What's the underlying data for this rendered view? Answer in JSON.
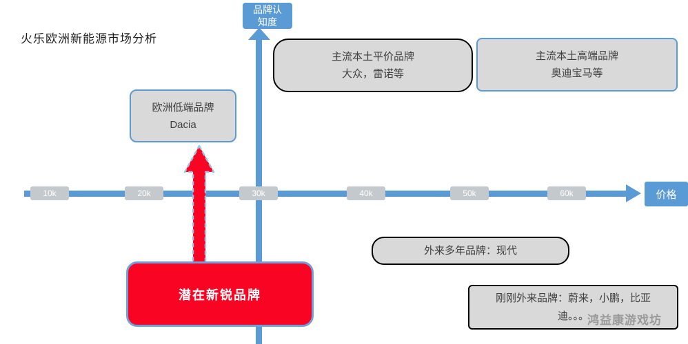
{
  "title": "火乐欧洲新能源市场分析",
  "y_axis": {
    "label": "品牌认知度"
  },
  "x_axis": {
    "label": "价格",
    "ticks": [
      "10k",
      "20k",
      "30k",
      "40k",
      "50k",
      "60k"
    ]
  },
  "boxes": {
    "europe_low_end": {
      "line1": "欧洲低端品牌",
      "line2": "Dacia"
    },
    "mainstream_affordable": {
      "line1": "主流本土平价品牌",
      "line2": "大众，雷诺等"
    },
    "mainstream_premium": {
      "line1": "主流本土高端品牌",
      "line2": "奥迪宝马等"
    },
    "foreign_longtime": {
      "label": "外来多年品牌：现代"
    },
    "foreign_recent": {
      "label": "刚刚外来品牌：蔚来，小鹏，比亚迪。。。"
    },
    "potential_newcomer": {
      "label": "潜在新锐品牌"
    }
  },
  "watermark": "鸿益康游戏坊",
  "colors": {
    "axis_blue": "#5B9BD5",
    "box_gray": "#D9D9D9",
    "highlight_red": "#FA0423",
    "tick_gray": "#C4C9CE"
  }
}
